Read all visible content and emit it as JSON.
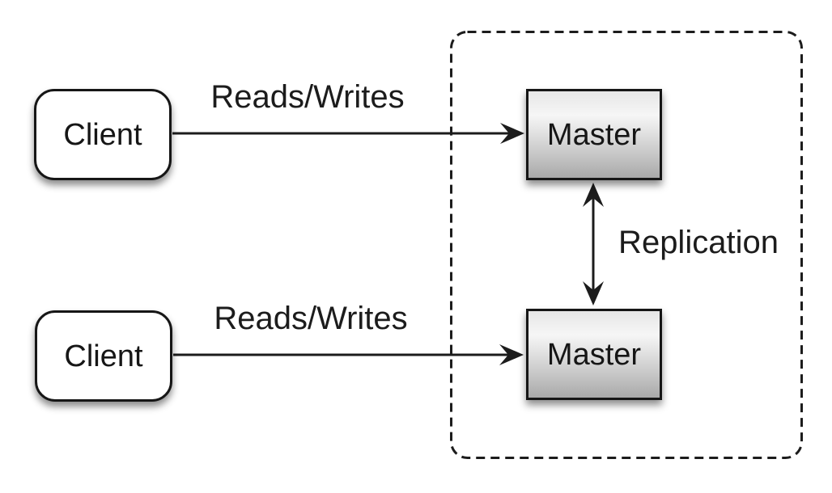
{
  "nodes": {
    "clients": [
      {
        "label": "Client"
      },
      {
        "label": "Client"
      }
    ],
    "masters": [
      {
        "label": "Master"
      },
      {
        "label": "Master"
      }
    ]
  },
  "edges": {
    "top_reads_writes": {
      "label": "Reads/Writes",
      "direction": "client-to-master"
    },
    "bottom_reads_writes": {
      "label": "Reads/Writes",
      "direction": "client-to-master"
    },
    "replication": {
      "label": "Replication",
      "direction": "bidirectional"
    }
  },
  "boundary": {
    "style": "dashed-rounded-rectangle",
    "encloses": "both master nodes and replication arrow"
  },
  "colors": {
    "background": "#ffffff",
    "stroke": "#1c1c1c",
    "text": "#1c1c1c",
    "client_fill": "#ffffff",
    "master_gradient_top": "#f6f6f6",
    "master_gradient_bottom": "#a9a9a9"
  }
}
